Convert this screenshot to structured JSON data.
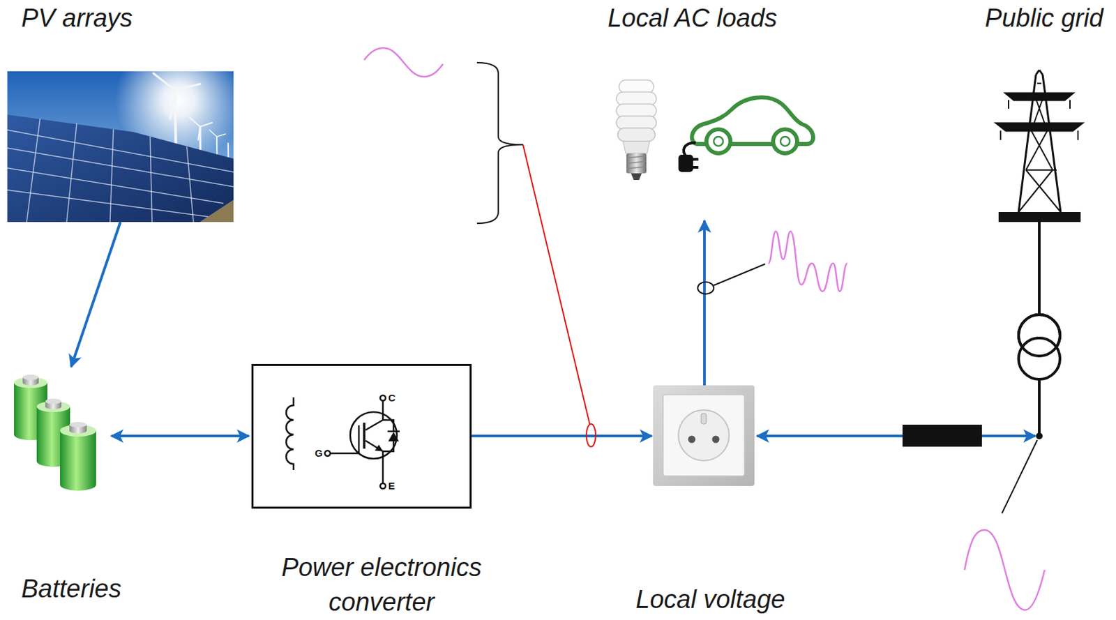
{
  "diagram": {
    "nodes": [
      {
        "text": [
          "PV arrays"
        ]
      },
      {
        "text": [
          "Local AC loads"
        ]
      },
      {
        "text": [
          "Public grid"
        ]
      },
      {
        "text": [
          "Batteries"
        ]
      },
      {
        "text": [
          "Power electronics converter"
        ]
      },
      {
        "text": [
          "Local voltage"
        ]
      }
    ],
    "edges": [
      {
        "from": 0,
        "to": 3,
        "arrow": "to"
      },
      {
        "from": 3,
        "to": 4,
        "arrow": "both"
      },
      {
        "from": 4,
        "to": 5,
        "arrow": "to"
      },
      {
        "from": 5,
        "to": 1,
        "arrow": "to"
      },
      {
        "from": 5,
        "to": 2,
        "arrow": "both"
      }
    ],
    "labels": [
      "C",
      "G",
      "E"
    ]
  }
}
